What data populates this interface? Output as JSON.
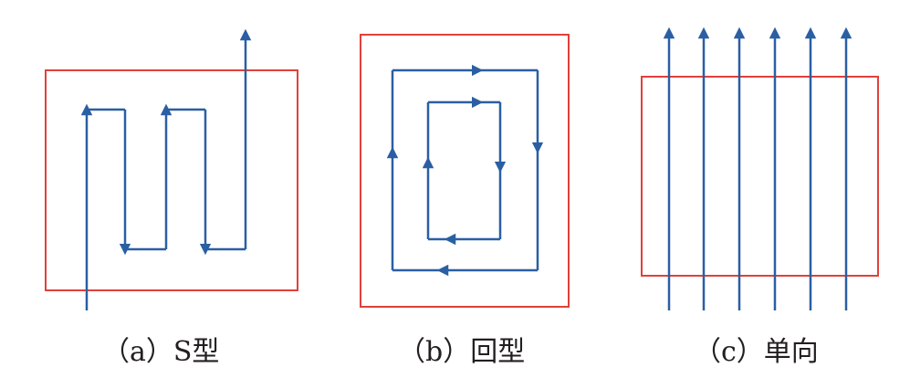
{
  "colors": {
    "frame": "#e0413a",
    "path": "#2a5fa3",
    "text": "#231f20"
  },
  "panels": [
    {
      "id": "a",
      "caption": "（a）S型"
    },
    {
      "id": "b",
      "caption": "（b）回型"
    },
    {
      "id": "c",
      "caption": "（c）单向"
    }
  ]
}
